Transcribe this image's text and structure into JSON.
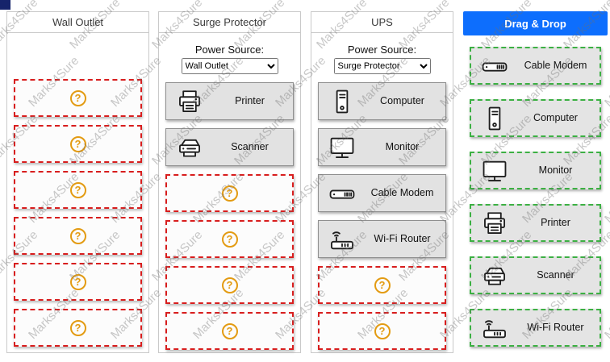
{
  "watermark": {
    "text": "Marks4Sure"
  },
  "glyphs": {
    "question_mark": "?"
  },
  "colors": {
    "header_blue": "#0d6efd",
    "slot_red": "#d81e1e",
    "drag_green": "#3cb043",
    "question_orange": "#e39b12"
  },
  "columns": [
    {
      "title": "Wall Outlet"
    },
    {
      "title": "Surge Protector",
      "power_label": "Power Source:",
      "power_value": "Wall Outlet",
      "items": [
        {
          "label": "Printer"
        },
        {
          "label": "Scanner"
        }
      ]
    },
    {
      "title": "UPS",
      "power_label": "Power Source:",
      "power_value": "Surge Protector",
      "items": [
        {
          "label": "Computer"
        },
        {
          "label": "Monitor"
        },
        {
          "label": "Cable Modem"
        },
        {
          "label": "Wi-Fi Router"
        }
      ]
    }
  ],
  "drag_panel": {
    "title": "Drag & Drop",
    "items": [
      {
        "label": "Cable Modem"
      },
      {
        "label": "Computer"
      },
      {
        "label": "Monitor"
      },
      {
        "label": "Printer"
      },
      {
        "label": "Scanner"
      },
      {
        "label": "Wi-Fi Router"
      }
    ]
  }
}
